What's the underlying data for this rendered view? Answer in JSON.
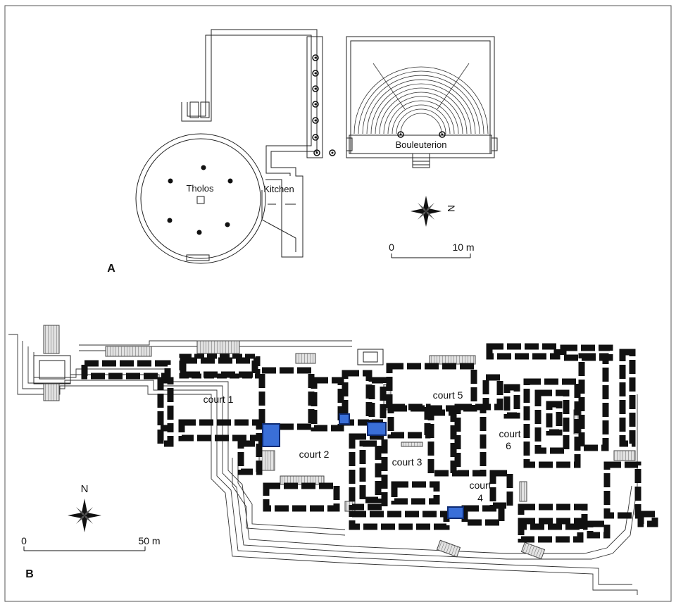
{
  "panel_a": {
    "label": "A",
    "tholos_label": "Tholos",
    "kitchen_label": "Kitchen",
    "bouleuterion_label": "Bouleuterion",
    "north_label": "N",
    "scale": {
      "start": "0",
      "end": "10 m"
    }
  },
  "panel_b": {
    "label": "B",
    "courts": [
      {
        "lines": [
          "court 1"
        ]
      },
      {
        "lines": [
          "court 2"
        ]
      },
      {
        "lines": [
          "court 3"
        ]
      },
      {
        "lines": [
          "court",
          "4"
        ]
      },
      {
        "lines": [
          "court 5"
        ]
      },
      {
        "lines": [
          "court",
          "6"
        ]
      }
    ],
    "north_label": "N",
    "scale": {
      "start": "0",
      "end": "50 m"
    }
  },
  "colors": {
    "highlight": "#3a6fd8",
    "wall": "#111111",
    "hatch": "#cfcfcf",
    "frame": "#555555"
  }
}
